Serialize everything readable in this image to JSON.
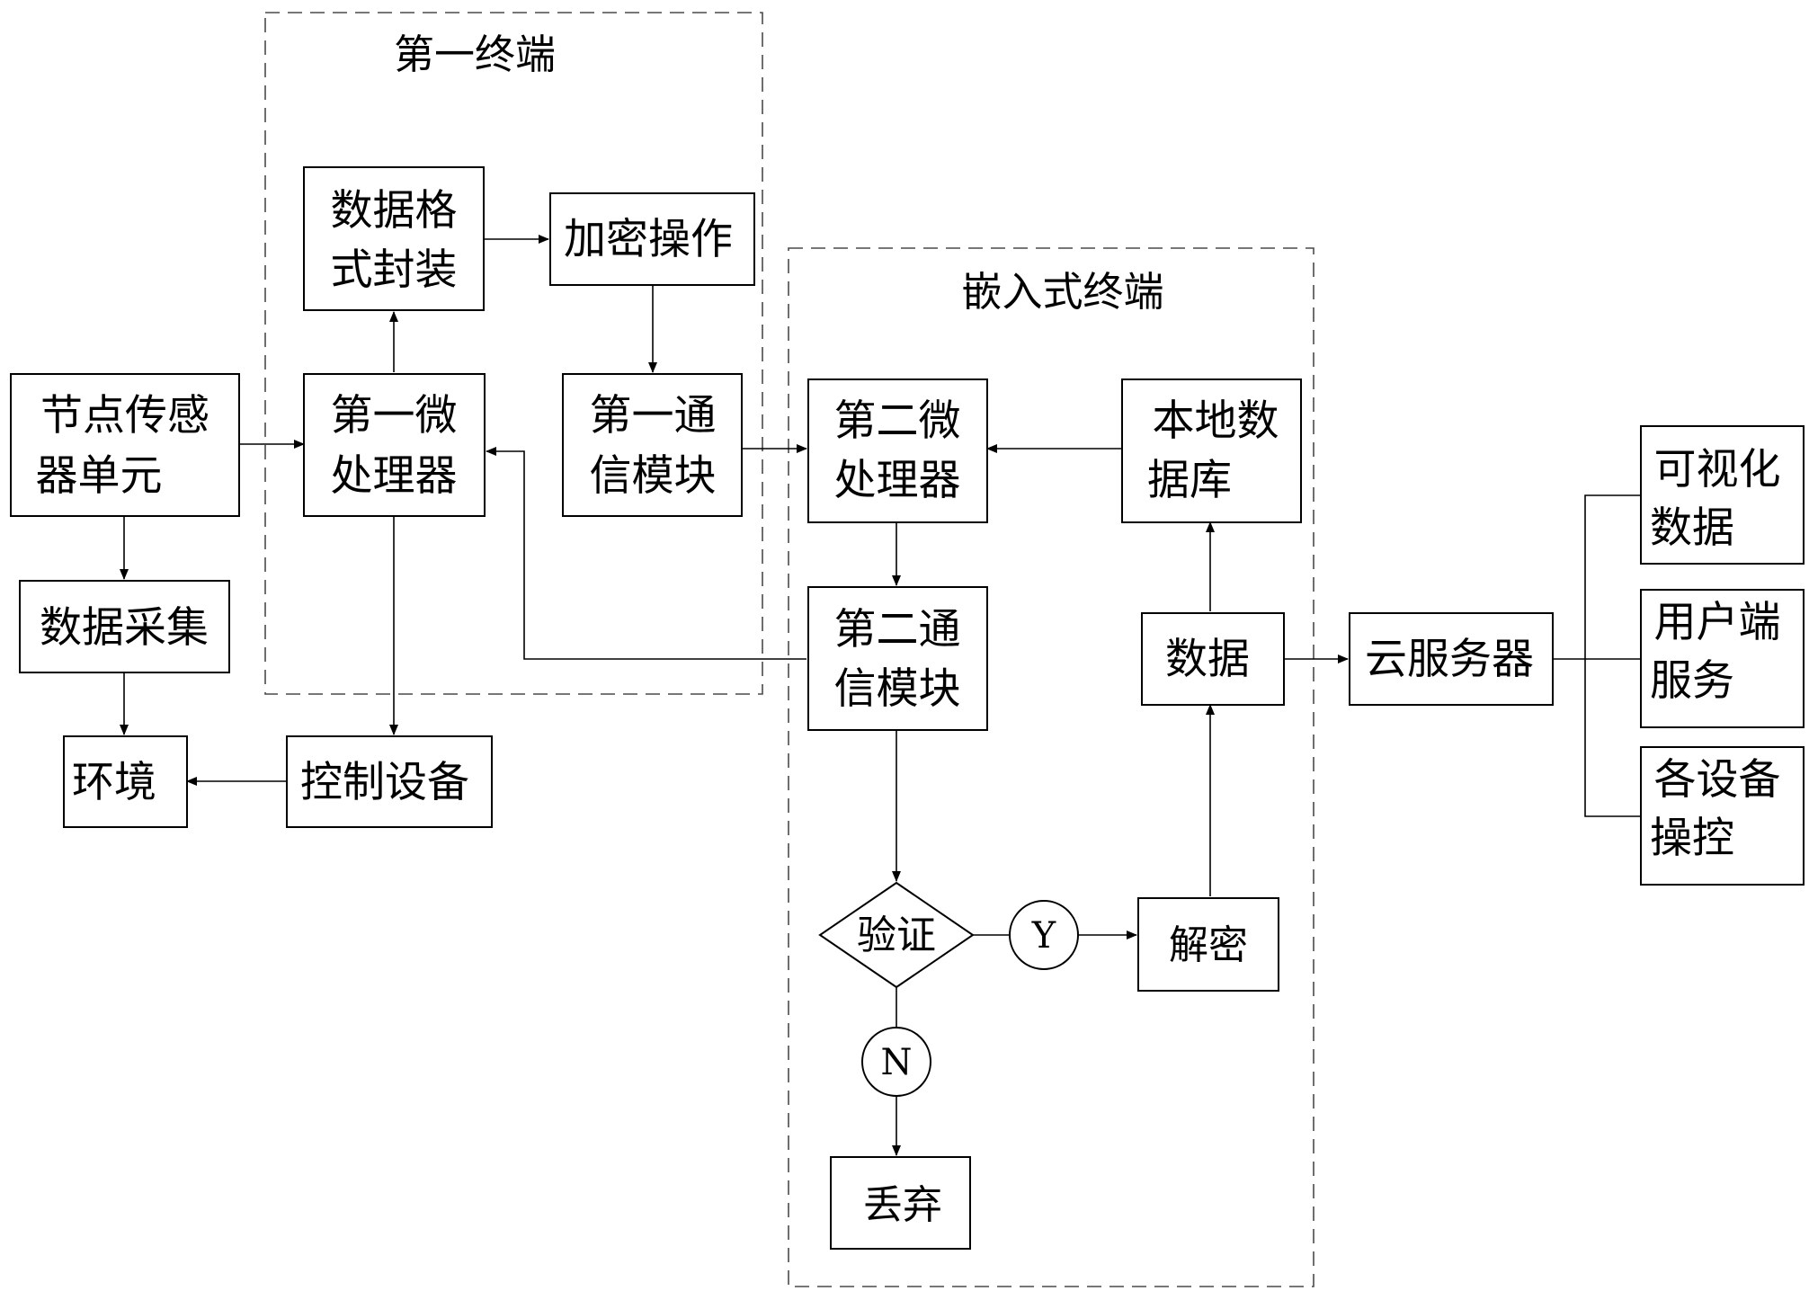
{
  "groups": {
    "first_terminal": "第一终端",
    "embedded_terminal": "嵌入式终端"
  },
  "boxes": {
    "node_sensor": [
      "节点传感",
      "器单元"
    ],
    "data_collect": [
      "数据采集"
    ],
    "environment": [
      "环境"
    ],
    "control_device": [
      "控制设备"
    ],
    "first_mcu": [
      "第一微",
      "处理器"
    ],
    "data_format": [
      "数据格",
      "式封装"
    ],
    "encrypt": [
      "加密操作"
    ],
    "first_comm": [
      "第一通",
      "信模块"
    ],
    "second_mcu": [
      "第二微",
      "处理器"
    ],
    "local_db": [
      "本地数",
      "据库"
    ],
    "second_comm": [
      "第二通",
      "信模块"
    ],
    "data": [
      "数据"
    ],
    "verify": [
      "验证"
    ],
    "decrypt": [
      "解密"
    ],
    "discard": [
      "丢弃"
    ],
    "cloud": [
      "云服务器"
    ],
    "visual_data": [
      "可视化",
      "数据"
    ],
    "user_service": [
      "用户端",
      "服务"
    ],
    "device_control": [
      "各设备",
      "操控"
    ]
  },
  "branches": {
    "yes": "Y",
    "no": "N"
  }
}
